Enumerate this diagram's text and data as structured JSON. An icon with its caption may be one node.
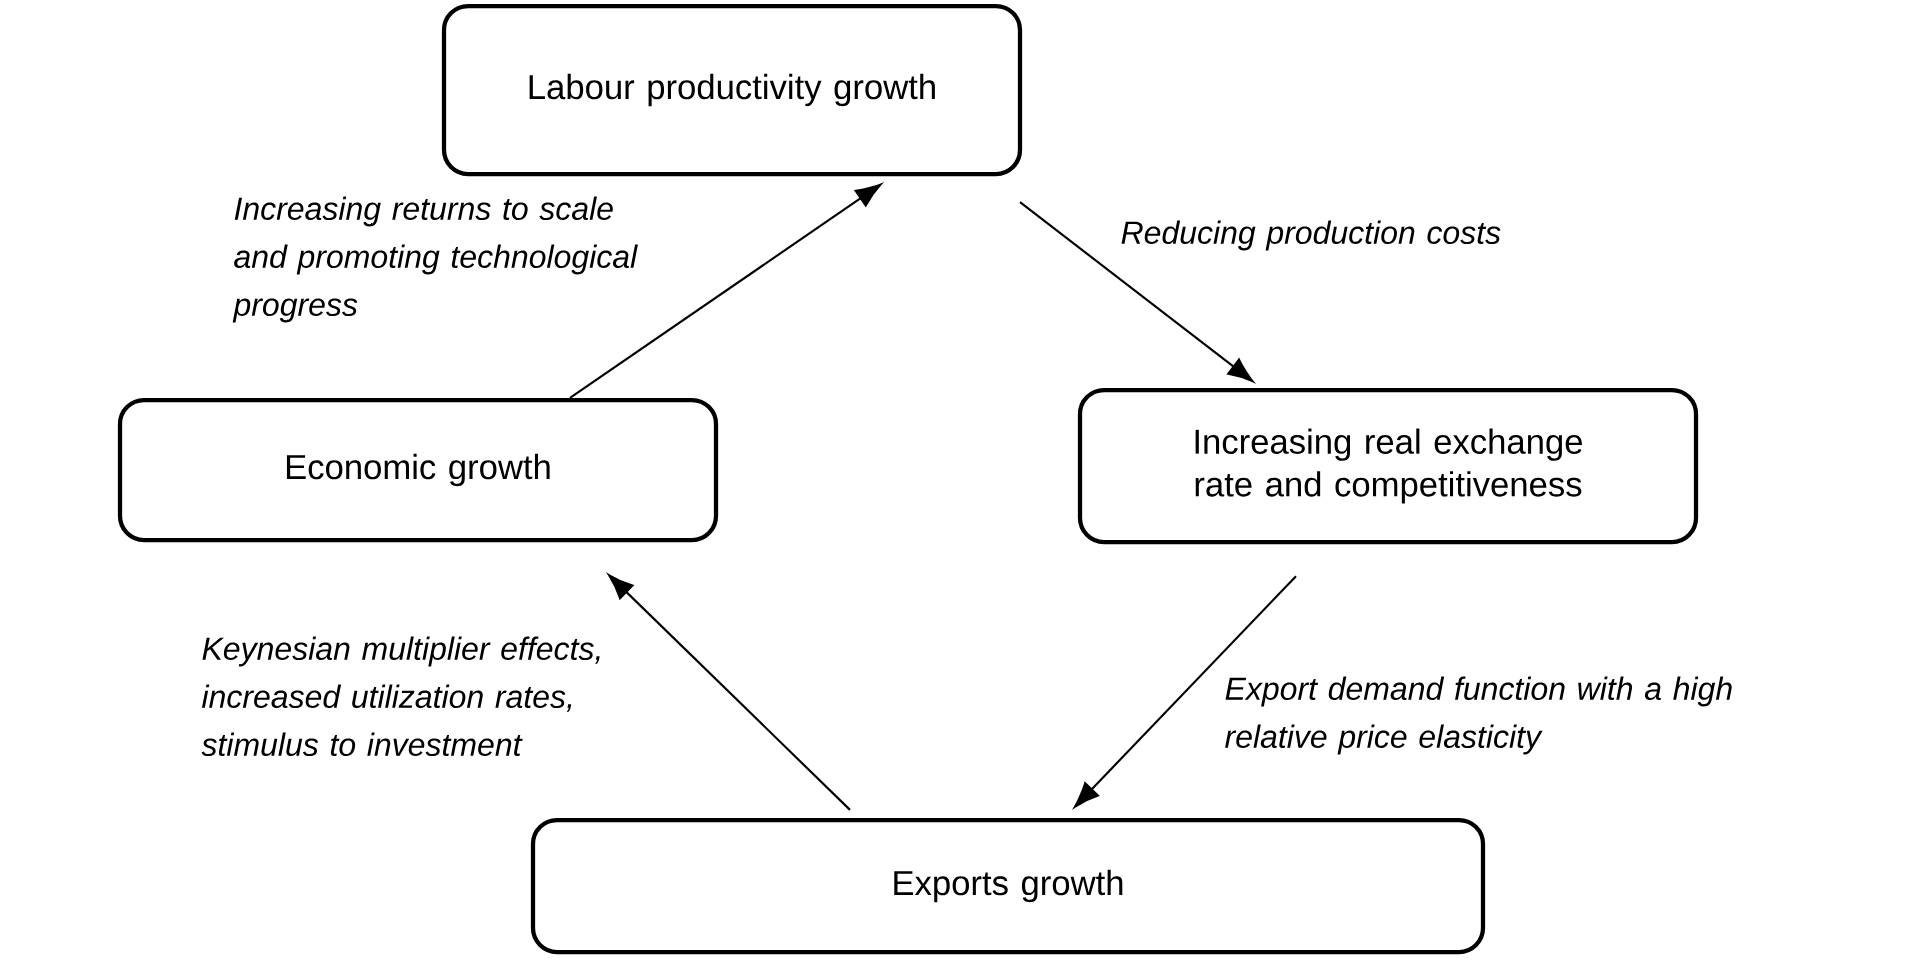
{
  "diagram": {
    "nodes": [
      {
        "text": [
          "Labour productivity growth"
        ]
      },
      {
        "text": [
          "Economic growth"
        ]
      },
      {
        "text": [
          "Increasing real exchange rate and competitiveness"
        ]
      },
      {
        "text": [
          "Exports growth"
        ]
      }
    ],
    "edges": [
      {
        "from": 1,
        "to": 0,
        "arrow": "to",
        "label": "Increasing returns to scale and promoting technological progress"
      },
      {
        "from": 0,
        "to": 2,
        "arrow": "to",
        "label": "Reducing production costs"
      },
      {
        "from": 2,
        "to": 3,
        "arrow": "to",
        "label": "Export demand function with a high relative price elasticity"
      },
      {
        "from": 3,
        "to": 1,
        "arrow": "to",
        "label": "Keynesian multiplier effects, increased utilization rates, stimulus to investment"
      }
    ]
  }
}
